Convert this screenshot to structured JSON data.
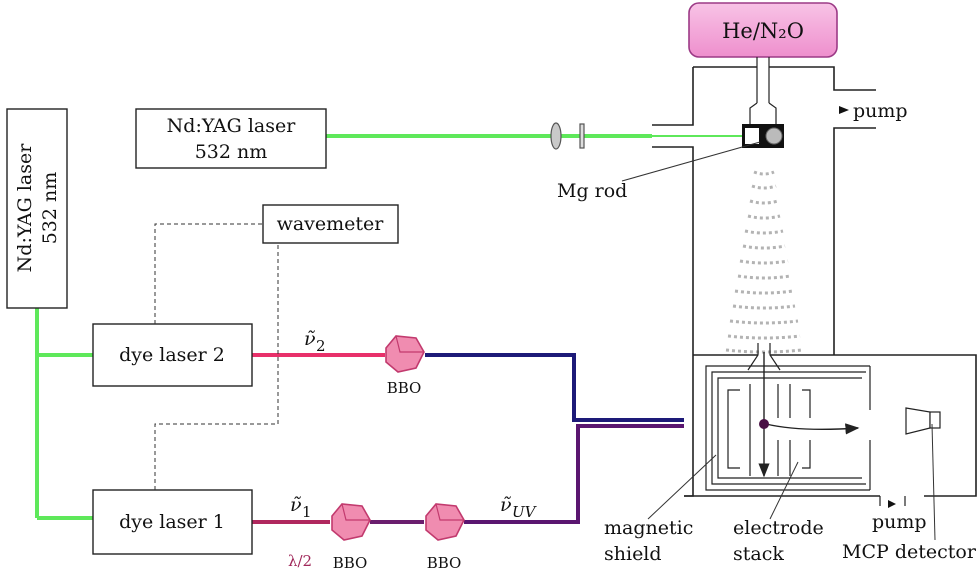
{
  "labels": {
    "gas": "He/N₂O",
    "pump_top": "pump",
    "yag_h_line1": "Nd:YAG laser",
    "yag_h_line2": "532 nm",
    "yag_v_line1": "Nd:YAG laser",
    "yag_v_line2": "532 nm",
    "mg_rod": "Mg rod",
    "wavemeter": "wavemeter",
    "dye2": "dye laser 2",
    "dye1": "dye laser 1",
    "nu2": "ν̃",
    "nu2_sub": "2",
    "nu1": "ν̃",
    "nu1_sub": "1",
    "nuuv": "ν̃",
    "nuuv_sub": "UV",
    "bbo_top": "BBO",
    "bbo_bottom_1": "BBO",
    "bbo_bottom_2": "BBO",
    "half_wave": "λ/2",
    "magnetic": "magnetic",
    "shield": "shield",
    "electrode": "electrode",
    "stack": "stack",
    "pump_bottom": "pump",
    "mcp": "MCP detector"
  },
  "colors": {
    "green_beam": "#5ee85a",
    "red_beam": "#e8306a",
    "blue_beam": "#1d1a78",
    "purple_beam": "#5a1670",
    "crystal_fill": "#f08cb0",
    "crystal_stroke": "#c23a6e",
    "gas_box_fill": "#f3a3d6",
    "gas_box_stroke": "#9c3a86"
  }
}
